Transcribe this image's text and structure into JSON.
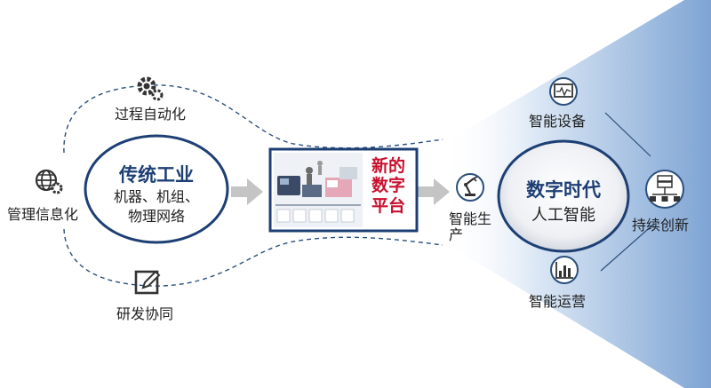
{
  "left": {
    "title": "传统工业",
    "line1": "机器、机组、",
    "line2": "物理网络"
  },
  "left_nodes": {
    "process_automation": "过程自动化",
    "management_info": "管理信息化",
    "rd_collaboration": "研发协同"
  },
  "platform": {
    "line1": "新的",
    "line2": "数字",
    "line3": "平台"
  },
  "right": {
    "title": "数字时代",
    "subtitle": "人工智能"
  },
  "right_nodes": {
    "smart_equipment": "智能设备",
    "smart_production_1": "智能生",
    "smart_production_2": "产",
    "continuous_innovation": "持续创新",
    "smart_operation": "智能运营"
  },
  "colors": {
    "navy": "#1d3f74",
    "accent_red": "#c8102e",
    "light_blue": "#c6d8ee",
    "arrow_gray": "#c4c4c4"
  }
}
